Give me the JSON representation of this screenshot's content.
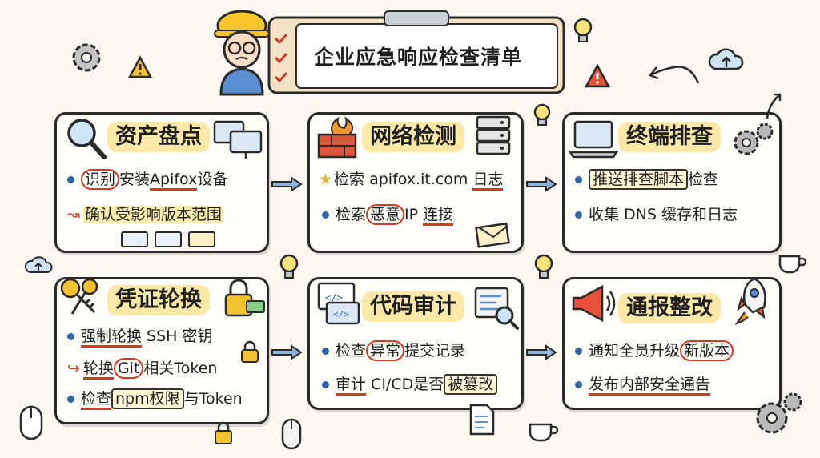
{
  "title": "企业应急响应检查清单",
  "cards": [
    {
      "title": "资产盘点",
      "items": [
        {
          "pre": "",
          "mark": "识别",
          "post": "安装",
          "mark2": "Apifox",
          "post2": "设备"
        },
        {
          "pre": "",
          "mark": "确认受影响版本范围",
          "post": "",
          "mark2": "",
          "post2": ""
        }
      ]
    },
    {
      "title": "网络检测",
      "items": [
        {
          "pre": "检索 apifox.it.com ",
          "mark": "日志",
          "post": "",
          "mark2": "",
          "post2": ""
        },
        {
          "pre": "检索",
          "mark": "恶意",
          "post": "IP ",
          "mark2": "连接",
          "post2": ""
        }
      ]
    },
    {
      "title": "终端排查",
      "items": [
        {
          "pre": "",
          "mark": "推送排查脚本",
          "post": "检查",
          "mark2": "",
          "post2": ""
        },
        {
          "pre": "收集 DNS 缓存和日志",
          "mark": "",
          "post": "",
          "mark2": "",
          "post2": ""
        }
      ]
    },
    {
      "title": "凭证轮换",
      "items": [
        {
          "pre": "",
          "mark": "强制轮换",
          "post": " SSH 密钥",
          "mark2": "",
          "post2": ""
        },
        {
          "pre": "轮换",
          "mark": "Git",
          "post": "相关Token",
          "mark2": "",
          "post2": ""
        },
        {
          "pre": "",
          "mark": "检查",
          "post": "",
          "mark2": "npm权限",
          "post2": "与Token"
        }
      ]
    },
    {
      "title": "代码审计",
      "items": [
        {
          "pre": "检查",
          "mark": "异常",
          "post": "提交记录",
          "mark2": "",
          "post2": ""
        },
        {
          "pre": "",
          "mark": "审计",
          "post": " CI/CD是否",
          "mark2": "被篡改",
          "post2": ""
        }
      ]
    },
    {
      "title": "通报整改",
      "items": [
        {
          "pre": "通知全员升级",
          "mark": "新版本",
          "post": "",
          "mark2": "",
          "post2": ""
        },
        {
          "pre": "",
          "mark": "发布内部安全通告",
          "post": "",
          "mark2": "",
          "post2": ""
        }
      ]
    }
  ],
  "colors": {
    "accent_red": "#d23a2a",
    "bullet_blue": "#2f64a8",
    "highlight_yellow": "#fde9a7",
    "arrow_blue": "#8fb3d9"
  },
  "icons": [
    "worker-avatar-icon",
    "clipboard-icon",
    "magnifier-icon",
    "monitors-icon",
    "firewall-icon",
    "server-icon",
    "laptop-icon",
    "gears-icon",
    "keys-icon",
    "padlock-icon",
    "code-window-icon",
    "megaphone-icon",
    "rocket-icon",
    "lightbulb-icon",
    "warning-icon",
    "cloud-upload-icon",
    "envelope-icon",
    "coffee-cup-icon",
    "mouse-icon",
    "document-icon"
  ]
}
